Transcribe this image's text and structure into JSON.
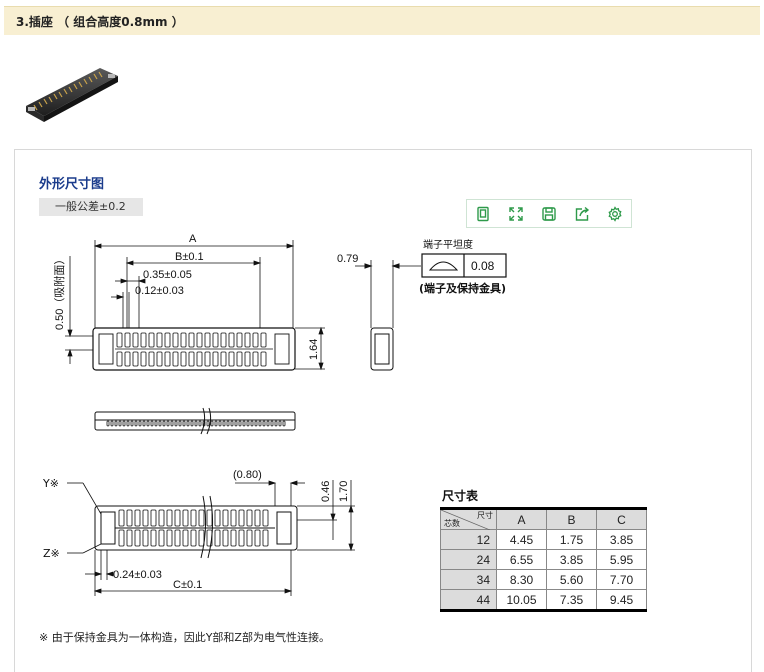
{
  "header": {
    "title": "3.插座 （ 组合高度0.8mm ）"
  },
  "panel": {
    "section_title": "外形尺寸图",
    "tolerance_label": "一般公差±0.2"
  },
  "toolbar": {
    "buttons": [
      {
        "name": "fit-page-icon"
      },
      {
        "name": "fullscreen-icon"
      },
      {
        "name": "save-icon"
      },
      {
        "name": "share-icon"
      },
      {
        "name": "settings-icon"
      }
    ],
    "accent_color": "#2e9a4a"
  },
  "drawing": {
    "dim_A": "A",
    "dim_B": "B±0.1",
    "dim_035": "0.35±0.05",
    "dim_012": "0.12±0.03",
    "dim_050": "0.50（吸附面）",
    "dim_164": "1.64",
    "dim_079": "0.79",
    "flatness_label": "端子平坦度",
    "flatness_value": "0.08",
    "flatness_note": "(端子及保持金具)",
    "dim_080": "(0.80)",
    "dim_046": "0.46",
    "dim_170": "1.70",
    "y_mark": "Y※",
    "z_mark": "Z※",
    "dim_024": "0.24±0.03",
    "dim_C": "C±0.1"
  },
  "size_table": {
    "title": "尺寸表",
    "corner_top": "尺寸",
    "corner_bottom": "芯数",
    "columns": [
      "A",
      "B",
      "C"
    ],
    "rows": [
      {
        "pins": "12",
        "a": "4.45",
        "b": "1.75",
        "c": "3.85"
      },
      {
        "pins": "24",
        "a": "6.55",
        "b": "3.85",
        "c": "5.95"
      },
      {
        "pins": "34",
        "a": "8.30",
        "b": "5.60",
        "c": "7.70"
      },
      {
        "pins": "44",
        "a": "10.05",
        "b": "7.35",
        "c": "9.45"
      }
    ]
  },
  "footnote": "※ 由于保持金具为一体构造，因此Y部和Z部为电气性连接。"
}
